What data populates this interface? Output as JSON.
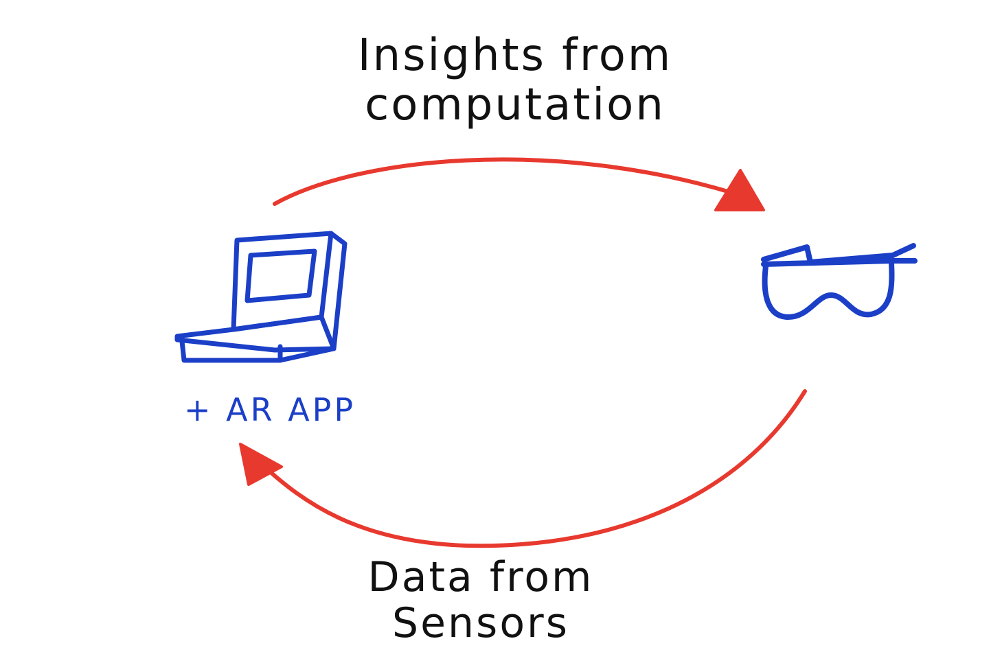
{
  "colors": {
    "arrow": "#e8392f",
    "device": "#1b3fc7",
    "text": "#111111",
    "background": "#ffffff"
  },
  "top_label": {
    "line1": "Insights from",
    "line2": "computation"
  },
  "bottom_label": {
    "line1": "Data from",
    "line2": "Sensors"
  },
  "laptop_label": "+ AR APP",
  "icons": {
    "laptop": "laptop-icon",
    "glasses": "ar-glasses-icon"
  }
}
